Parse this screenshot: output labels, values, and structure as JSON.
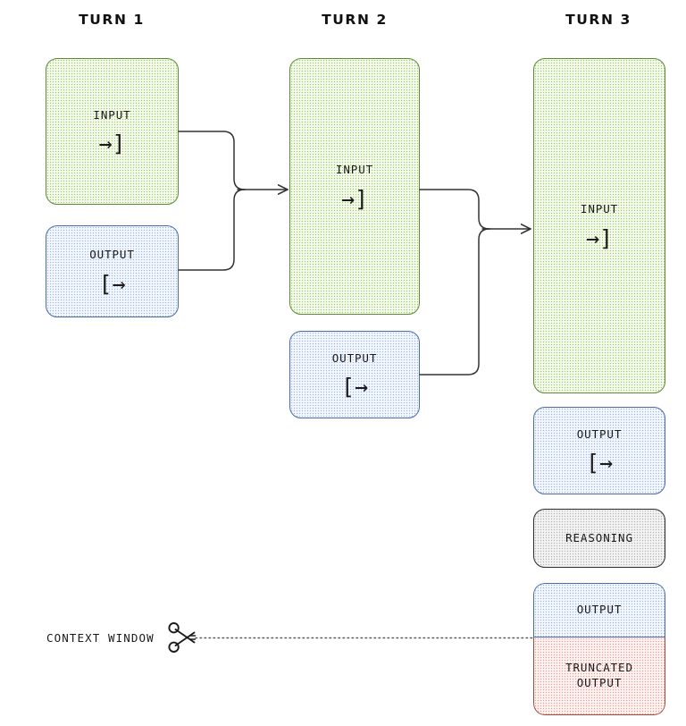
{
  "diagram": {
    "title_turn1": "TURN 1",
    "title_turn2": "TURN 2",
    "title_turn3": "TURN 3",
    "labels": {
      "input": "INPUT",
      "output": "OUTPUT",
      "reasoning": "REASONING",
      "truncated_output": "TRUNCATED\nOUTPUT",
      "context_window": "CONTEXT WINDOW"
    },
    "glyphs": {
      "input_arrow": "→]",
      "output_arrow": "[→"
    },
    "colors": {
      "input_border": "#5c8a36",
      "input_fill": "#f4faec",
      "output_border": "#4a6ca8",
      "output_fill": "#f3f7fd",
      "reasoning_border": "#2b2b2b",
      "reasoning_fill": "#f2f2f2",
      "truncated_border": "#a8493c",
      "truncated_fill": "#fdf2f1",
      "wire": "#333333",
      "text": "#1b1b1b"
    },
    "turns": [
      {
        "name": "turn-1",
        "blocks": [
          {
            "kind": "input",
            "label": "INPUT",
            "glyph": "→]"
          },
          {
            "kind": "output",
            "label": "OUTPUT",
            "glyph": "[→"
          }
        ]
      },
      {
        "name": "turn-2",
        "blocks": [
          {
            "kind": "input",
            "label": "INPUT",
            "glyph": "→]"
          },
          {
            "kind": "output",
            "label": "OUTPUT",
            "glyph": "[→"
          }
        ]
      },
      {
        "name": "turn-3",
        "blocks": [
          {
            "kind": "input",
            "label": "INPUT",
            "glyph": "→]"
          },
          {
            "kind": "output",
            "label": "OUTPUT",
            "glyph": "[→"
          },
          {
            "kind": "reasoning",
            "label": "REASONING",
            "glyph": ""
          },
          {
            "kind": "output",
            "label": "OUTPUT",
            "glyph": ""
          },
          {
            "kind": "truncated",
            "label": "TRUNCATED\nOUTPUT",
            "glyph": ""
          }
        ]
      }
    ]
  }
}
